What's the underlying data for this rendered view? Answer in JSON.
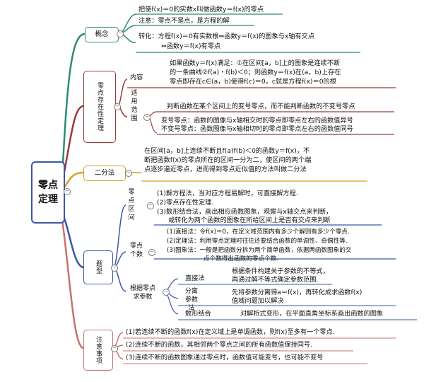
{
  "root": {
    "title": "零点定理"
  },
  "branches": {
    "concept": {
      "label": "概念",
      "definition": "把使f(x)＝0的实数x叫做函数y＝f(x)的零点",
      "note": "注意：零点不是点，是方程的解",
      "convert_1": "转化：方程f(x)＝0有实数根⇔函数y＝f(x)的图象与x轴有交点",
      "convert_2": "⇔函数y＝f(x)有零点"
    },
    "existence": {
      "label": "零点存在性定理",
      "content_label": "内容",
      "content_1": "如果函数y＝f(x)满足：①在区间[a，b]上的图象是连续不断",
      "content_2": "的一条曲线②f(a)・f(b)＜0；则函数y＝f(x)在(a，b)上存在",
      "content_3": "零点即存在c∈(a，b)使得f(c)＝0，c就是方程f(x)＝0的根",
      "scope_label": "适用范围",
      "scope_1": "判断函数在某个区间上的变号零点，而不能判断函数的不变号零点",
      "scope_2": "变号零点：函数的图像与x轴相交时的零点即零点左右的函数值异号",
      "scope_3": "不变号零点：函数图像与x轴相切时的零点即零点左右的函数值同号"
    },
    "bisection": {
      "label": "二分法",
      "text_1": "在区间[a，b]上连续不断且f(a)f(b)＜0的函数y＝f(x)，不",
      "text_2": "断把函数f(x)的零点所在的区间一分为二，使区间的两个端",
      "text_3": "点逐步逼近零点，进而得到零点近似值的方法叫做二分法"
    },
    "problems": {
      "label": "题型",
      "interval": {
        "label": "零点区间",
        "item_1": "(1)解方程法，当对应方程易解时，可直接解方程.",
        "item_2": "(2)零点存在性定理.",
        "item_3": "(3)数形结合法，画出相应函数图象，观察与x轴交点来判断，",
        "item_3b": "或转化为两个函数的图象在所给区间上是否有交点来判断"
      },
      "count": {
        "label": "零点个数",
        "item_1": "(1)直接法：令f(x)＝0，在定义域范围内有多少个解则有多少个零点.",
        "item_2": "(2)定理法：利用零点定理时往往还要结合函数的单调性、奇偶性等.",
        "item_3": "(3)图象法：一般是把函数分拆为两个简单函数，依据两函数图象的交",
        "item_3b": "点个数得出函数的零点个数."
      },
      "param": {
        "label": "根据零点求参数",
        "direct_label": "直接法",
        "direct_1": "根据条件构建关于参数的不等式，",
        "direct_2": "再通过解不等式确定参数范围.",
        "separate_label": "分离参数法",
        "separate_1": "先将参数分离得a＝f(x)，再转化成求函数f(x)",
        "separate_2": "值域问题加以解决",
        "shape_label": "数形结合",
        "shape_1": "对解析式变形，在平面直角坐标系画出函数的图象"
      }
    },
    "notes": {
      "label": "注意事项",
      "item_1": "(1)若连续不断的函数f(x)在定义域上是单调函数，则f(x)至多有一个零点.",
      "item_2": "(2)连续不断的函数，其相邻两个零点之间的所有函数值保持同号.",
      "item_3": "(3)连续不断的函数图象通过零点时，函数值可能变号，也可能不变号"
    }
  },
  "colors": {
    "concept": "#2e8a78",
    "existence": "#9b3a3a",
    "bisection": "#d4a020",
    "problems": "#3b57a8",
    "notes": "#c97070",
    "root": "#3b57a8"
  },
  "toggle_symbol": "−"
}
